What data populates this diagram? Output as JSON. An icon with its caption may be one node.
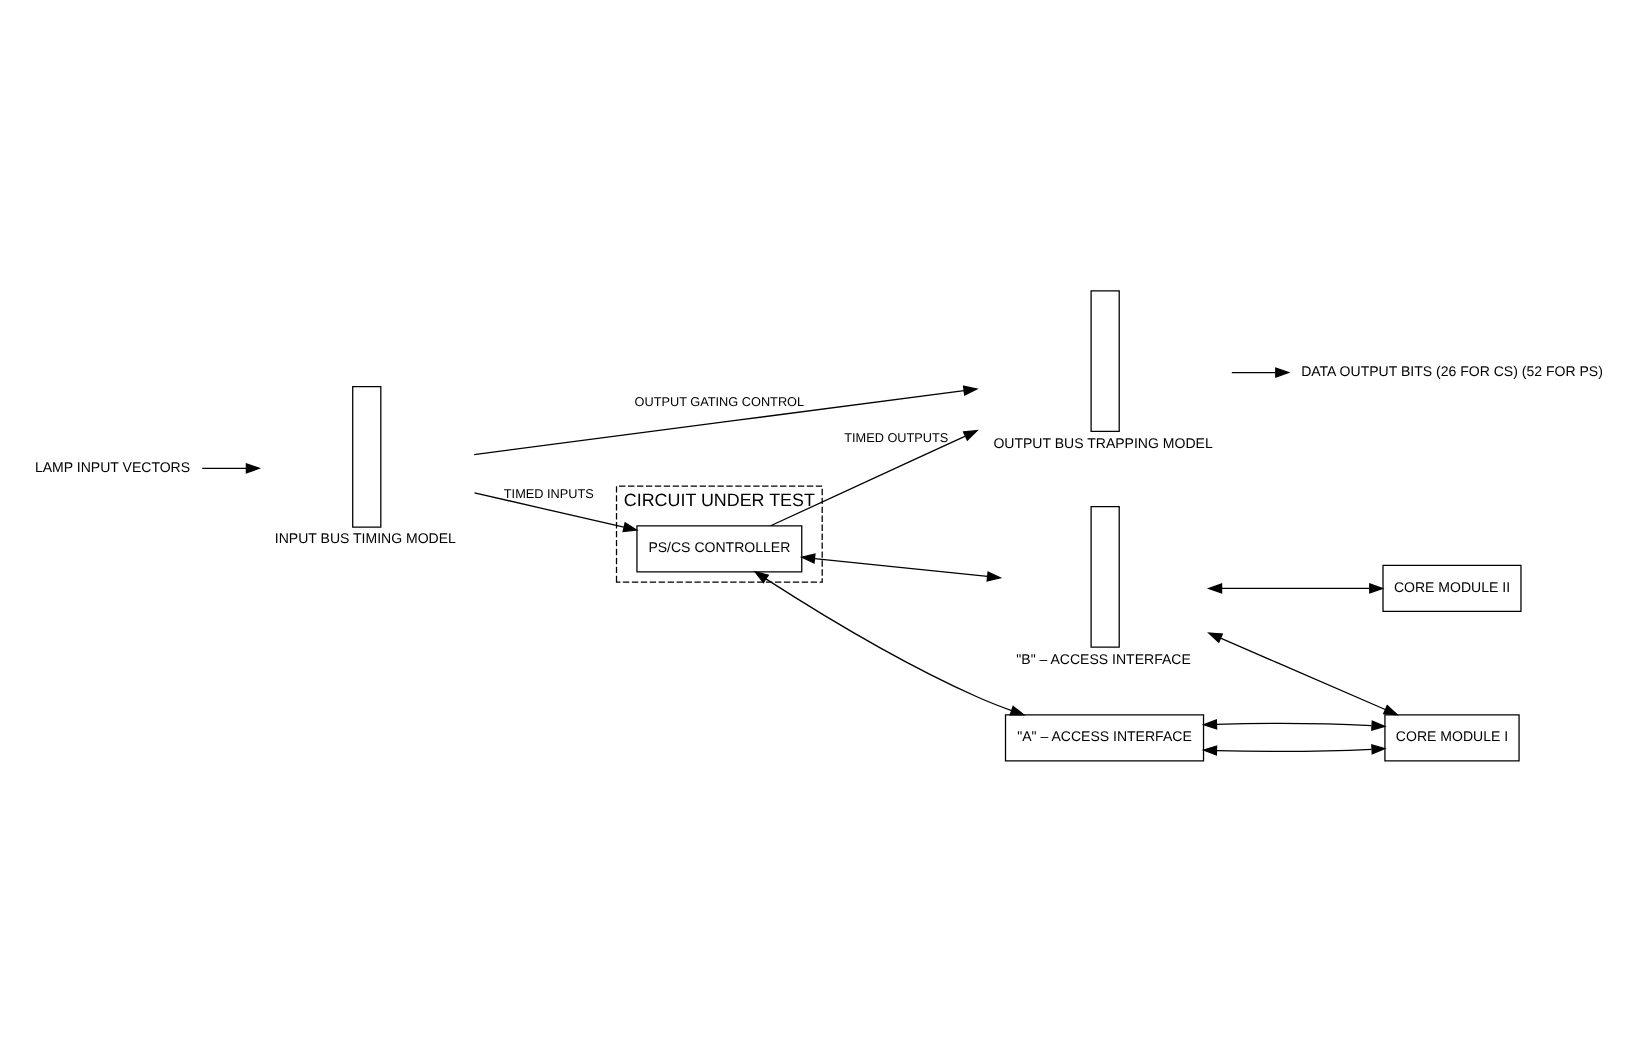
{
  "diagram": {
    "nodes": [
      {
        "text": [
          "LAMP INPUT VECTORS"
        ]
      },
      {
        "text": [],
        "shape": "bar",
        "beside": [
          "INPUT BUS TIMING MODEL"
        ]
      },
      {
        "text": [
          "CIRCUIT UNDER TEST"
        ]
      },
      {
        "text": [
          "PS/CS CONTROLLER"
        ],
        "in": 2
      },
      {
        "text": [],
        "shape": "bar",
        "beside": [
          "OUTPUT BUS TRAPPING MODEL"
        ]
      },
      {
        "text": [
          "DATA OUTPUT BITS (26 FOR CS) (52 FOR PS)"
        ]
      },
      {
        "text": [
          "\"A\" – ACCESS INTERFACE"
        ]
      },
      {
        "text": [],
        "shape": "bar",
        "beside": [
          "\"B\" – ACCESS INTERFACE"
        ]
      },
      {
        "text": [
          "CORE MODULE I"
        ]
      },
      {
        "text": [
          "CORE MODULE II"
        ]
      }
    ],
    "edges": [
      {
        "from": 0,
        "to": 1,
        "arrow": "to"
      },
      {
        "from": 1,
        "to": 3,
        "arrow": "to",
        "label": "TIMED INPUTS"
      },
      {
        "from": 3,
        "to": 4,
        "arrow": "to",
        "label": "TIMED OUTPUTS"
      },
      {
        "from": 4,
        "to": 5,
        "arrow": "to"
      },
      {
        "from": 1,
        "to": 4,
        "arrow": "to",
        "label": "OUTPUT GATING CONTROL"
      },
      {
        "from": 3,
        "to": 7,
        "arrow": "both"
      },
      {
        "from": 3,
        "to": 6,
        "arrow": "both"
      },
      {
        "from": 6,
        "to": 8,
        "arrow": "both"
      },
      {
        "from": 6,
        "to": 8,
        "arrow": "both"
      },
      {
        "from": 7,
        "to": 8,
        "arrow": "both"
      },
      {
        "from": 7,
        "to": 9,
        "arrow": "both"
      }
    ]
  }
}
